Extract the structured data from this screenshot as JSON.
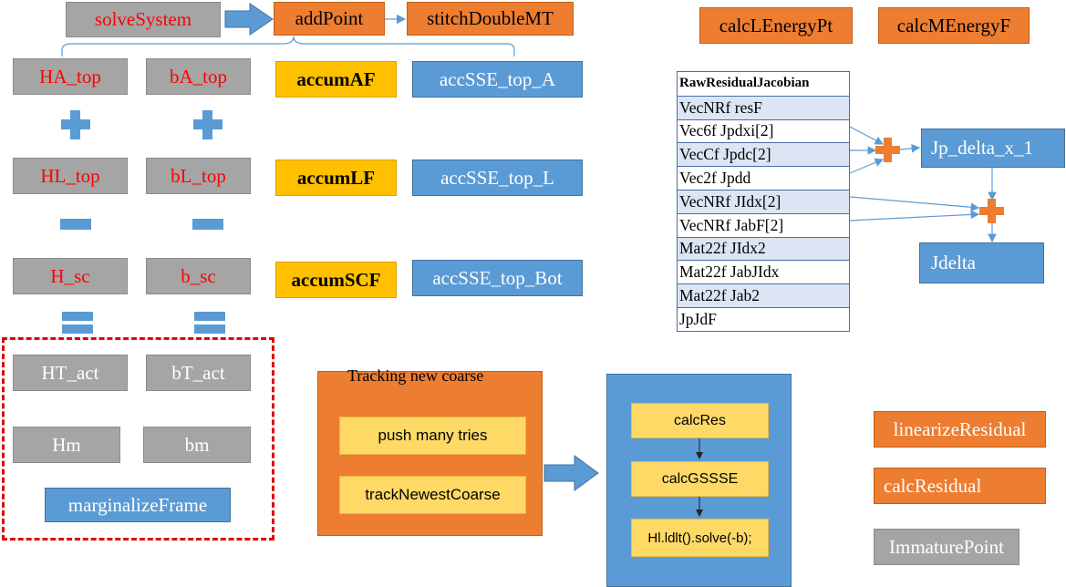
{
  "top_flow": {
    "solve_system": "solveSystem",
    "add_point": "addPoint",
    "stitch": "stitchDoubleMT"
  },
  "top_right": {
    "calc_l_energy": "calcLEnergyPt",
    "calc_m_energy": "calcMEnergyF"
  },
  "h_column": {
    "ha_top": "HA_top",
    "hl_top": "HL_top",
    "h_sc": "H_sc",
    "ht_act": "HT_act",
    "hm": "Hm"
  },
  "b_column": {
    "ba_top": "bA_top",
    "bl_top": "bL_top",
    "b_sc": "b_sc",
    "bt_act": "bT_act",
    "bm": "bm"
  },
  "marginalize": "marginalizeFrame",
  "accum": {
    "af": "accumAF",
    "lf": "accumLF",
    "scf": "accumSCF"
  },
  "acc_sse": {
    "top_a": "accSSE_top_A",
    "top_l": "accSSE_top_L",
    "top_bot": "accSSE_top_Bot"
  },
  "jacobian_table": {
    "title": "RawResidualJacobian",
    "rows": [
      "VecNRf resF",
      "Vec6f Jpdxi[2]",
      "VecCf Jpdc[2]",
      "Vec2f Jpdd",
      "VecNRf JIdx[2]",
      "VecNRf JabF[2]",
      "Mat22f JIdx2",
      "Mat22f JabJIdx",
      "Mat22f Jab2",
      "JpJdF"
    ]
  },
  "jp_delta": "Jp_delta_x_1",
  "jdelta": "Jdelta",
  "tracking": {
    "title": "Tracking new coarse",
    "push": "push many tries",
    "track": "trackNewestCoarse"
  },
  "solve_panel": {
    "calc_res": "calcRes",
    "calc_gssse": "calcGSSSE",
    "hl_solve": "Hl.ldlt().solve(-b);"
  },
  "legend": {
    "linearize": "linearizeResidual",
    "calc_residual": "calcResidual",
    "immature": "ImmaturePoint"
  },
  "colors": {
    "gray": "#a5a5a5",
    "orange": "#ed7d31",
    "yellow": "#ffc000",
    "light_yellow": "#ffd966",
    "blue": "#5b9bd5",
    "red_text": "#ff0000",
    "dashed_border": "#e00000"
  }
}
